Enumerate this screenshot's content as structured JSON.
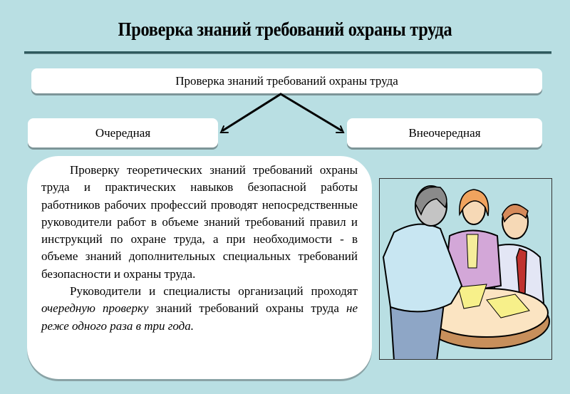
{
  "slide": {
    "title": "Проверка знаний требований охраны труда",
    "diagram": {
      "root": "Проверка знаний требований охраны  труда",
      "children": [
        {
          "label": "Очередная"
        },
        {
          "label": "Внеочередная"
        }
      ]
    },
    "text_block": {
      "paragraph1": "Проверку теоретических знаний требований охраны труда и практических навыков безопасной работы работников рабочих профессий проводят непосредственные руководители работ в объеме знаний требований правил и инструкций по охране труда, а при необходимости - в объеме знаний дополнительных специальных требований безопасности и охраны труда.",
      "paragraph2": {
        "part1": "Руководители и специалисты организаций проходят ",
        "italic1": "очередную проверку",
        "part2": " знаний требований охраны труда ",
        "italic2": "не реже одного раза в три года."
      }
    },
    "illustration": {
      "icon": "people-meeting-clipart-icon"
    }
  },
  "colors": {
    "background": "#b9dfe3",
    "rule": "#2f5a5e",
    "box": "#ffffff",
    "box_shadow": "#7d9598"
  }
}
